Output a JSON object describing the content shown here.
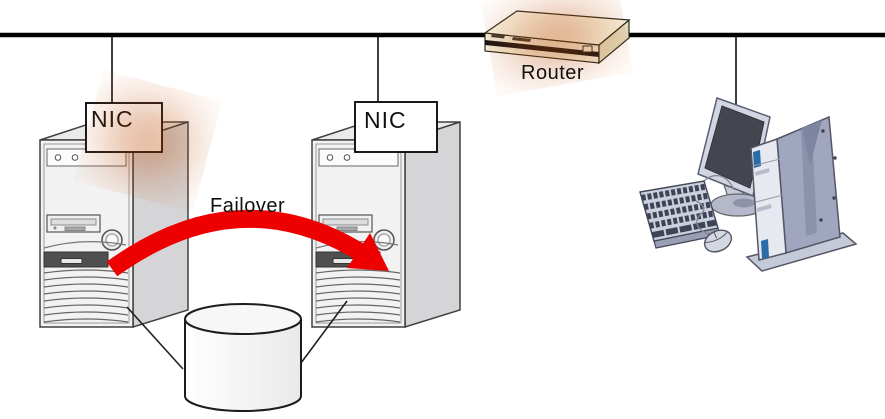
{
  "diagram": {
    "kind": "network-failover-cluster-diagram",
    "labels": {
      "nic_left": "NIC",
      "nic_right": "NIC",
      "failover": "Failover",
      "router": "Router"
    },
    "nodes": [
      {
        "name": "active-server",
        "type": "tower-server",
        "marker": "explosion-on-nic"
      },
      {
        "name": "standby-server",
        "type": "tower-server"
      },
      {
        "name": "router",
        "type": "router",
        "marker": "explosion"
      },
      {
        "name": "client-pc",
        "type": "desktop-computer-with-monitor-keyboard-mouse"
      },
      {
        "name": "shared-disk",
        "type": "disk-cylinder"
      }
    ],
    "colors": {
      "failover_arrow": "#ee0000",
      "explosion_outer": "#f0771b",
      "explosion_core": "#5f1a00",
      "network_line": "#000000",
      "nic_box_bg": "#ffffff"
    }
  }
}
